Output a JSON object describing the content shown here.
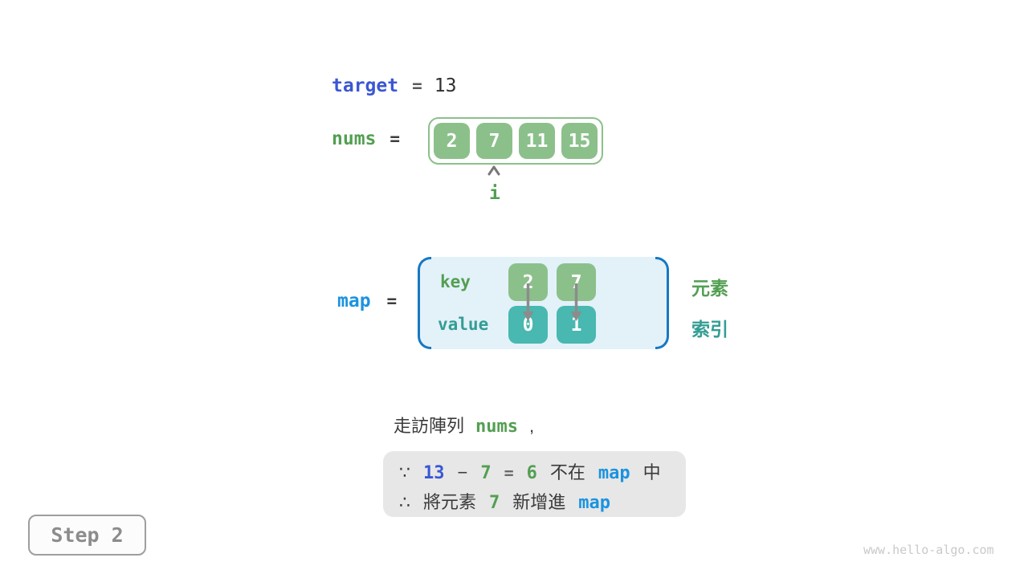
{
  "colors": {
    "royal_blue": "#3b57d2",
    "azure_blue": "#1b93e0",
    "bracket_blue": "#1778c3",
    "green_fill": "#8cc08b",
    "green_text": "#539f52",
    "teal_fill": "#48b8b0",
    "teal_text": "#339d94",
    "map_bg": "#e3f1f9",
    "callout_bg": "#e7e7e7"
  },
  "target_row": {
    "label": "target",
    "equals": "=",
    "value": "13"
  },
  "nums_row": {
    "label": "nums",
    "equals": "=",
    "cells": [
      "2",
      "7",
      "11",
      "15"
    ],
    "pointer_label": "i"
  },
  "map_row": {
    "label": "map",
    "equals": "=",
    "key_label": "key",
    "value_label": "value",
    "keys": [
      "2",
      "7"
    ],
    "values": [
      "0",
      "1"
    ],
    "element_label": "元素",
    "index_label": "索引"
  },
  "sentence": {
    "prefix": "走訪陣列",
    "code": "nums",
    "comma": ","
  },
  "callout": {
    "line1": {
      "because": "∵",
      "minuend": "13",
      "minus": "−",
      "subtrahend": "7",
      "equals": "=",
      "difference": "6",
      "not_in": "不在",
      "map": "map",
      "suffix": "中"
    },
    "line2": {
      "therefore": "∴",
      "prefix": "將元素",
      "value": "7",
      "action": "新增進",
      "map": "map"
    }
  },
  "step_badge": {
    "label": "Step 2"
  },
  "watermark": "www.hello-algo.com"
}
